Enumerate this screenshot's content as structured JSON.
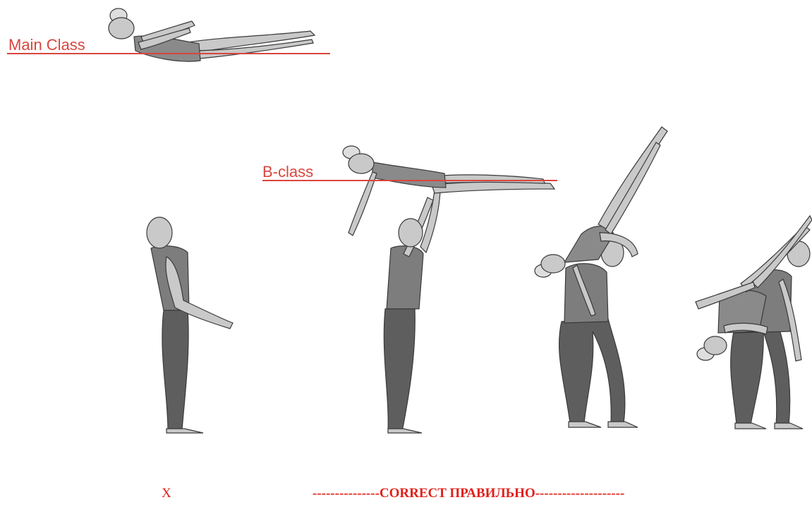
{
  "labels": {
    "main_class": "Main Class",
    "b_class": "B-class"
  },
  "captions": {
    "incorrect_mark": "X",
    "correct": "---------------CORRECT ПРАВИЛЬНО--------------------"
  },
  "colors": {
    "label": "#d9463e",
    "caption": "#e0201b",
    "skin": "#c9c9c9",
    "leotard": "#8a8a8a",
    "base_shirt": "#7d7d7d",
    "base_pants": "#5e5e5e",
    "outline": "#3a3a3a"
  }
}
